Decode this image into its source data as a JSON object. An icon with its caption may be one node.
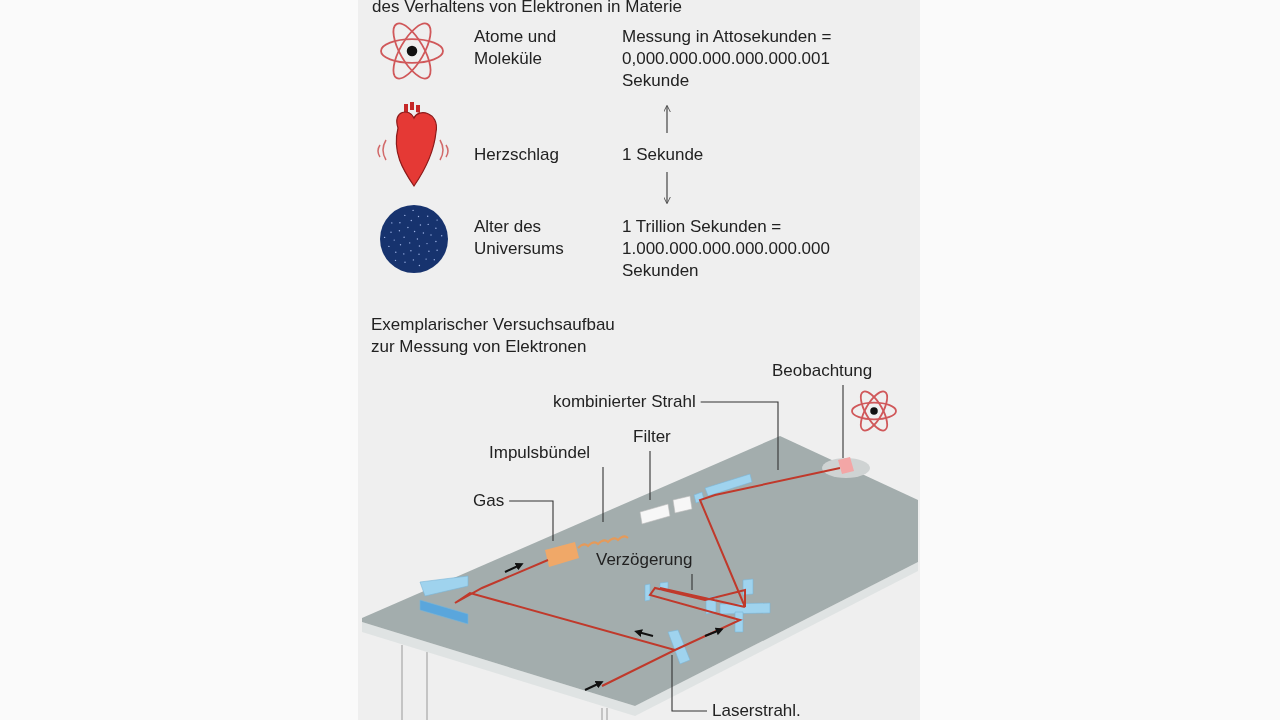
{
  "diagram": {
    "nodes": [
      {
        "text": [
          "Gas"
        ]
      },
      {
        "text": [
          "Impulsbündel"
        ]
      },
      {
        "text": [
          "Filter"
        ]
      },
      {
        "text": [
          "kombinierter Strahl"
        ]
      },
      {
        "text": [
          "Beobachtung"
        ]
      },
      {
        "text": [
          "Verzögerung"
        ]
      },
      {
        "text": [
          "Laserstrahl."
        ]
      },
      {
        "text": [],
        "shape": "box"
      }
    ],
    "edges": [
      {
        "from": 0,
        "to": null,
        "arrow": "none"
      },
      {
        "from": 1,
        "to": null,
        "arrow": "none"
      },
      {
        "from": 2,
        "to": null,
        "arrow": "none"
      },
      {
        "from": 3,
        "to": null,
        "arrow": "none"
      },
      {
        "from": 4,
        "to": 7,
        "arrow": "none"
      },
      {
        "from": 5,
        "to": null,
        "arrow": "none"
      },
      {
        "from": 6,
        "to": null,
        "arrow": "none"
      }
    ],
    "labels": [
      "des Verhaltens von Elektronen in Materie",
      "Atome und Moleküle",
      "Messung in Attosekunden = 0,000.000.000.000.000.001 Sekunde",
      "Herzschlag",
      "1 Sekunde",
      "Alter des Universums",
      "1 Trillion Sekunden = 1.000.000.000.000.000.000 Sekunden",
      "Exemplarischer Versuchsaufbau zur Messung von Elektronen"
    ]
  }
}
